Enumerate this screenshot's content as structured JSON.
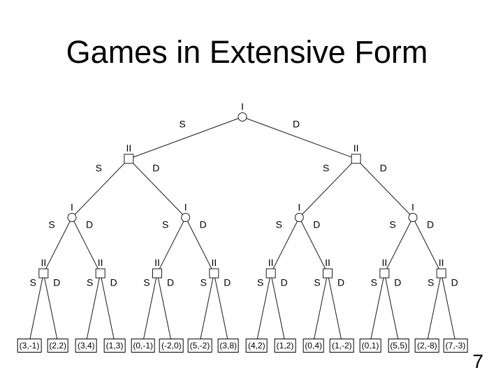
{
  "slide": {
    "title": "Games in Extensive Form",
    "page_number": "7"
  },
  "colors": {
    "background": "#ffffff",
    "ink": "#000000"
  },
  "tree": {
    "edge_labels": {
      "left": "S",
      "right": "D"
    },
    "levels": [
      {
        "player": "I",
        "shape": "circle"
      },
      {
        "player": "II",
        "shape": "square"
      },
      {
        "player": "I",
        "shape": "circle"
      },
      {
        "player": "II",
        "shape": "square"
      }
    ],
    "leaves": [
      "(3,-1)",
      "(2,2)",
      "(3,4)",
      "(1,3)",
      "(0,-1)",
      "(-2,0)",
      "(5,-2)",
      "(3,8)",
      "(4,2)",
      "(1,2)",
      "(0,4)",
      "(1,-2)",
      "(0,1)",
      "(5,5)",
      "(2,-8)",
      "(7,-3)"
    ]
  }
}
